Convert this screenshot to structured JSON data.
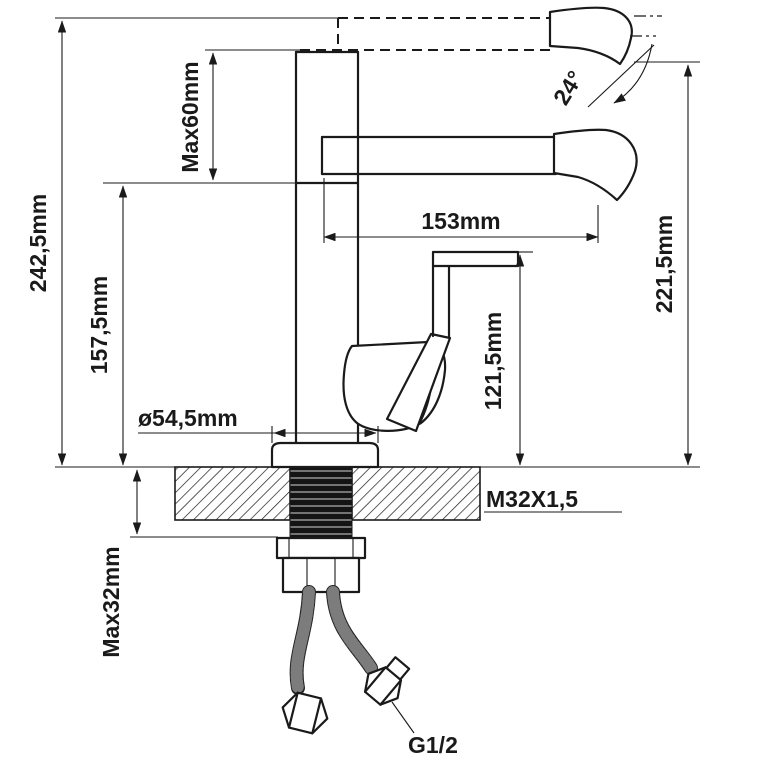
{
  "colors": {
    "line": "#1a1a1a",
    "bg": "#ffffff"
  },
  "labels": {
    "overall_height": "242,5mm",
    "spout_lift": "Max60mm",
    "spout_bottom_height": "157,5mm",
    "spout_reach": "153mm",
    "spout_top_height": "221,5mm",
    "handle_top_height": "121,5mm",
    "base_diameter": "ø54,5mm",
    "mounting_thread": "M32X1,5",
    "max_deck_thickness": "Max32mm",
    "inlet_connection": "G1/2",
    "spout_tilt_angle": "24°"
  }
}
